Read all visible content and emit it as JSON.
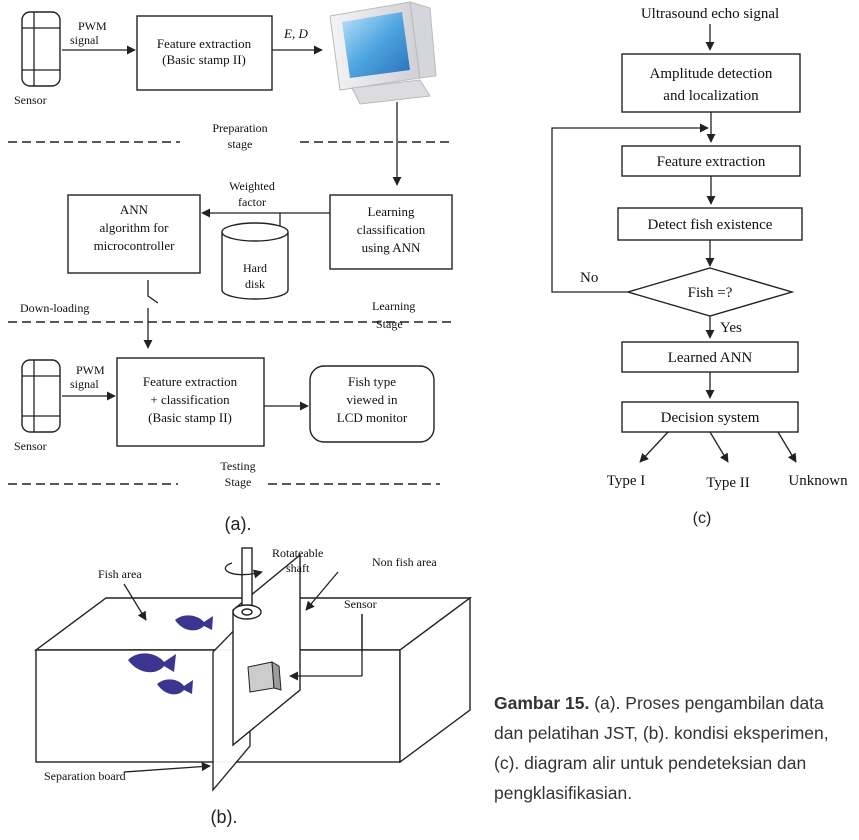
{
  "panel_a": {
    "sensor_top": "Sensor",
    "pwm_top": [
      "PWM",
      "signal"
    ],
    "feature_box_top": [
      "Feature extraction",
      "(Basic stamp II)"
    ],
    "ed_label": "E, D",
    "preparation": [
      "Preparation",
      "stage"
    ],
    "weighted": [
      "Weighted",
      "factor"
    ],
    "ann_box": [
      "ANN",
      "algorithm for",
      "microcontroller"
    ],
    "learning_box": [
      "Learning",
      "classification",
      "using ANN"
    ],
    "hard_disk": [
      "Hard",
      "disk"
    ],
    "downloading": "Down-loading",
    "learning_stage": [
      "Learning",
      "Stage"
    ],
    "pwm_bottom": [
      "PWM",
      "signal"
    ],
    "feature_box_bottom": [
      "Feature extraction",
      "+ classification",
      "(Basic stamp II)"
    ],
    "fish_type_box": [
      "Fish type",
      "viewed in",
      "LCD monitor"
    ],
    "sensor_bottom": "Sensor",
    "testing": [
      "Testing",
      "Stage"
    ],
    "label": "(a)."
  },
  "panel_b": {
    "fish_area": "Fish area",
    "shaft": [
      "Rotateable",
      "shaft"
    ],
    "non_fish": "Non fish area",
    "sensor": "Sensor",
    "separation": "Separation board",
    "label": "(b)."
  },
  "panel_c": {
    "input": "Ultrasound echo signal",
    "amplitude": [
      "Amplitude detection",
      "and localization"
    ],
    "feature": "Feature extraction",
    "detect": "Detect fish existence",
    "decision_q": "Fish =?",
    "no": "No",
    "yes": "Yes",
    "learned": "Learned ANN",
    "decision_sys": "Decision system",
    "type1": "Type I",
    "type2": "Type II",
    "unknown": "Unknown",
    "label": "(c)"
  },
  "caption": {
    "bold": "Gambar 15.",
    "text": " (a). Proses pengambilan data dan pelatihan JST, (b). kondisi eksperimen, (c). diagram alir untuk pendeteksian dan pengklasifikasian."
  },
  "colors": {
    "fish": "#3b3590",
    "screen": "#3b95d6",
    "monitor": "#e6e6ea"
  }
}
